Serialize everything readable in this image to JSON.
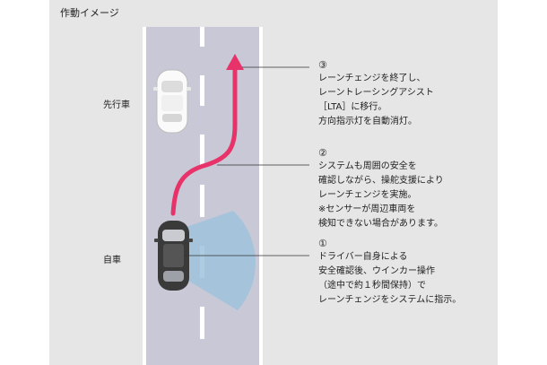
{
  "title": "作動イメージ",
  "labels": {
    "leading_car": "先行車",
    "own_car": "自車"
  },
  "steps": [
    {
      "number": "③",
      "lines": [
        "レーンチェンジを終了し、",
        "レーントレーシングアシスト",
        "［LTA］に移行。",
        "方向指示灯を自動消灯。"
      ]
    },
    {
      "number": "②",
      "lines": [
        "システムも周囲の安全を",
        "確認しながら、操舵支援により",
        "レーンチェンジを実施。",
        "※センサーが周辺車両を",
        "検知できない場合があります。"
      ]
    },
    {
      "number": "①",
      "lines": [
        "ドライバー自身による",
        "安全確認後、ウインカー操作",
        "（途中で約１秒間保持）で",
        "レーンチェンジをシステムに指示。"
      ]
    }
  ],
  "colors": {
    "background": "#e6e6e6",
    "road": "#c8c8d6",
    "arrow": "#e8336a",
    "sensor": "#9fc3dc"
  }
}
